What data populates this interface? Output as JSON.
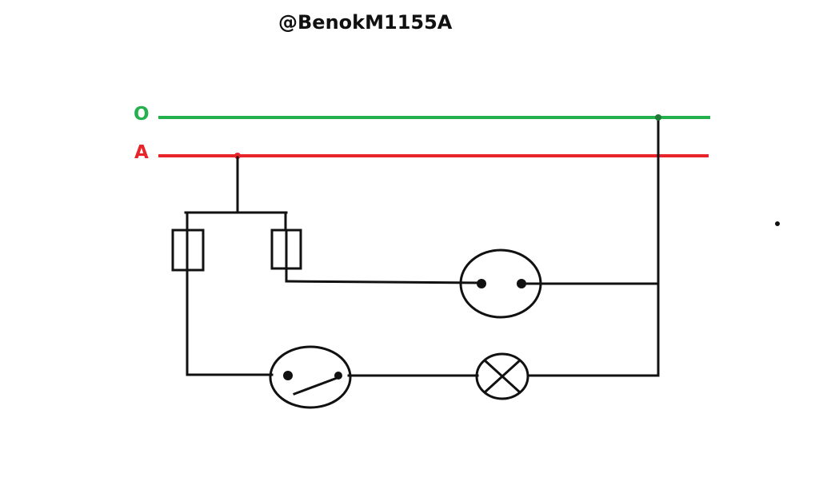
{
  "watermark": "@BenokM1155A",
  "rails": {
    "neutral_label": "O",
    "phase_label": "A",
    "neutral_color": "#22b14c",
    "phase_color": "#e8242a"
  },
  "wire_color": "#111111"
}
